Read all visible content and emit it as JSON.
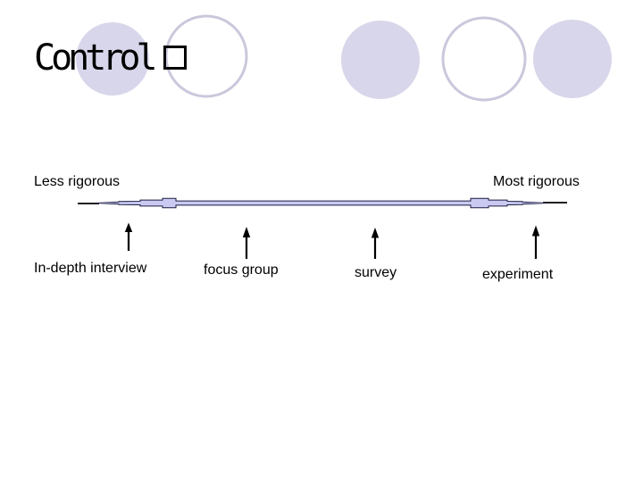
{
  "slide": {
    "title": "Control",
    "scale": {
      "left_label": "Less rigorous",
      "right_label": "Most rigorous"
    },
    "methods": [
      {
        "label": "In-depth interview"
      },
      {
        "label": "focus group"
      },
      {
        "label": "survey"
      },
      {
        "label": "experiment"
      }
    ],
    "colors": {
      "background": "#ffffff",
      "text": "#000000",
      "circle_fill": "#d8d6ea",
      "circle_outline": "#c9c8dc",
      "arrow_fill": "#c9c9f1",
      "arrow_outline": "#1c1c44",
      "pointer_color": "#000000"
    }
  }
}
